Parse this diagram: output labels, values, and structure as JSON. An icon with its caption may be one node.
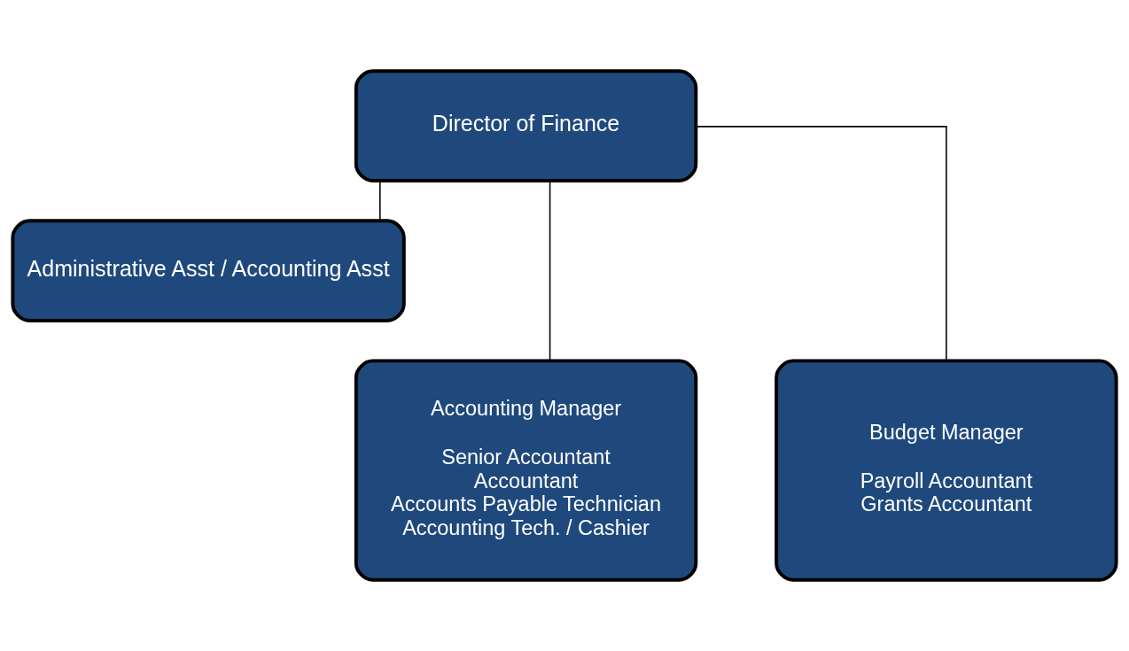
{
  "diagram": {
    "nodes": [
      {
        "text": [
          "Director of Finance"
        ]
      },
      {
        "text": [
          "Administrative Asst / Accounting Asst"
        ]
      },
      {
        "text": [
          "Accounting Manager",
          "Senior Accountant",
          "Accountant",
          "Accounts Payable Technician",
          "Accounting Tech. / Cashier"
        ]
      },
      {
        "text": [
          "Budget Manager",
          "Payroll Accountant",
          "Grants Accountant"
        ]
      }
    ],
    "edges": [
      {
        "from": 0,
        "to": 1,
        "arrow": "none"
      },
      {
        "from": 0,
        "to": 2,
        "arrow": "none"
      },
      {
        "from": 0,
        "to": 3,
        "arrow": "none"
      }
    ]
  }
}
